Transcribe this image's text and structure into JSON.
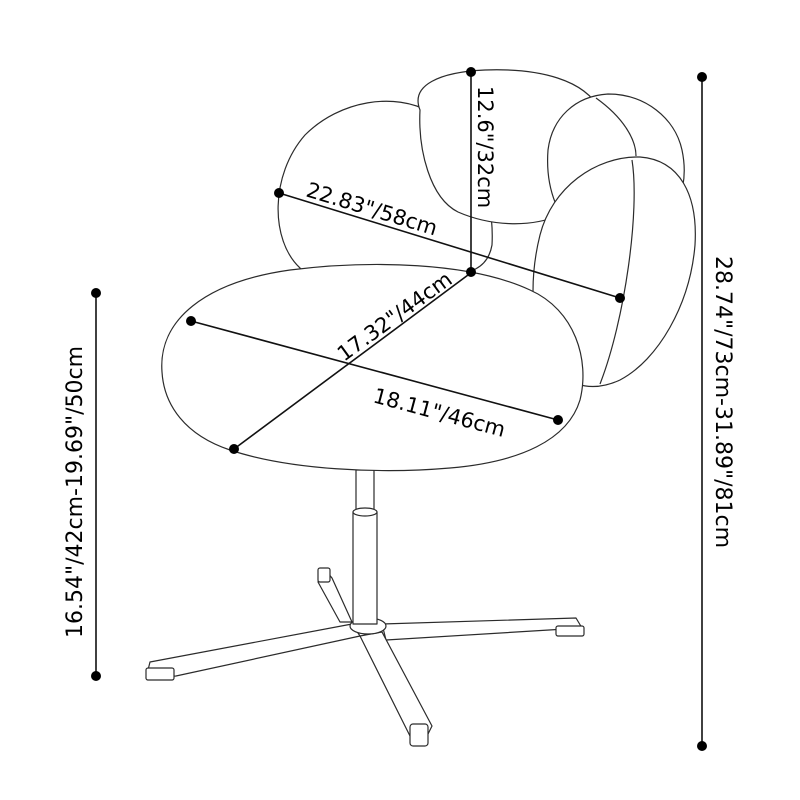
{
  "dimensions": {
    "backrest_height": "12.6\"/32cm",
    "back_width": "22.83\"/58cm",
    "seat_depth": "17.32\"/44cm",
    "seat_width": "18.11\"/46cm",
    "seat_height": "16.54\"/42cm-19.69\"/50cm",
    "total_height": "28.74\"/73cm-31.89\"/81cm"
  }
}
